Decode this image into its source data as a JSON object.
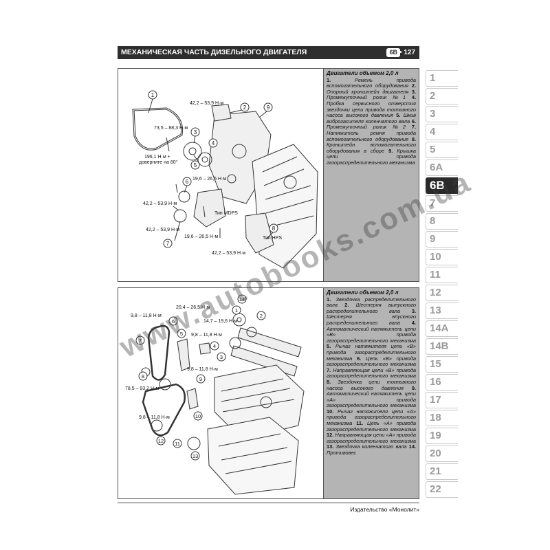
{
  "header": {
    "title": "МЕХАНИЧЕСКАЯ ЧАСТЬ ДИЗЕЛЬНОГО ДВИГАТЕЛЯ",
    "section_badge": "6B",
    "bullet": "•",
    "page_number": "127"
  },
  "figure1": {
    "callouts": [
      "1",
      "2",
      "3",
      "4",
      "5",
      "6",
      "7",
      "8",
      "9"
    ],
    "torques": [
      "42,2 – 53,9 Н·м",
      "73,5 – 88,3 Н·м",
      "196,1 Н·м +",
      "доверните на 60°",
      "19,6 – 26,5 Н·м",
      "42,2 – 53,9 Н·м",
      "42,2 – 53,9 Н·м",
      "19,6 – 26,5 Н·м",
      "42,2 – 53,9 Н·м"
    ],
    "labels": [
      "Тип MDPS",
      "Тип HPS"
    ],
    "legend": {
      "title": "Двигатели объемом 2,0 л",
      "items": [
        {
          "n": "1.",
          "t": "Ремень привода вспомогательного оборудования"
        },
        {
          "n": "2.",
          "t": "Опорный кронштейн двигателя"
        },
        {
          "n": "3.",
          "t": "Промежуточный ролик №1"
        },
        {
          "n": "4.",
          "t": "Пробка сервисного отверстия звездочки цепи привода топливного насоса высокого давления"
        },
        {
          "n": "5.",
          "t": "Шкив виброгасителя коленчатого вала"
        },
        {
          "n": "6.",
          "t": "Промежуточный ролик №2"
        },
        {
          "n": "7.",
          "t": "Натяжитель ремня привода вспомогательного оборудования"
        },
        {
          "n": "8.",
          "t": "Кронштейн вспомогательного оборудования в сборе"
        },
        {
          "n": "9.",
          "t": "Крышка цепи привода газораспределительного механизма"
        }
      ]
    }
  },
  "figure2": {
    "callouts": [
      "1",
      "2",
      "3",
      "4",
      "5",
      "6",
      "7",
      "8",
      "9",
      "10",
      "11",
      "12",
      "13",
      "14"
    ],
    "torques": [
      "9,8 – 11,8 Н·м",
      "20,4 – 26,5 Н·м",
      "14,7 – 19,6 Н·м",
      "9,8 – 11,8 Н·м",
      "9,8 – 11,8 Н·м",
      "78,5 – 93,2 Н·м",
      "9,8 – 11,8 Н·м"
    ],
    "legend": {
      "title": "Двигатели объемом 2,0 л",
      "items": [
        {
          "n": "1.",
          "t": "Звездочка распределительного вала"
        },
        {
          "n": "2.",
          "t": "Шестерня выпускного распределительного вала"
        },
        {
          "n": "3.",
          "t": "Шестерня впускного распределительного вала"
        },
        {
          "n": "4.",
          "t": "Автоматический натяжитель цепи «B» привода газораспределительного механизма"
        },
        {
          "n": "5.",
          "t": "Рычаг натяжителя цепи «B» привода газораспределительного механизма"
        },
        {
          "n": "6.",
          "t": "Цепь «B» привода газораспределительного механизма"
        },
        {
          "n": "7.",
          "t": "Направляющая цепи «B» привода газораспределительного механизма"
        },
        {
          "n": "8.",
          "t": "Звездочка цепи топливного насоса высокого давления"
        },
        {
          "n": "9.",
          "t": "Автоматический натяжитель цепи «A» привода газораспределительного механизма"
        },
        {
          "n": "10.",
          "t": "Рычаг натяжителя цепи «A» привода газораспределительного механизма"
        },
        {
          "n": "11.",
          "t": "Цепь «A» привода газораспределительного механизма"
        },
        {
          "n": "12.",
          "t": "Направляющая цепи «A» привода газораспределительного механизма"
        },
        {
          "n": "13.",
          "t": "Звездочка коленчатого вала"
        },
        {
          "n": "14.",
          "t": "Противовес"
        }
      ]
    }
  },
  "tabs": [
    "1",
    "2",
    "3",
    "4",
    "5",
    "6A",
    "6B",
    "7",
    "8",
    "9",
    "10",
    "11",
    "12",
    "13",
    "14A",
    "14B",
    "15",
    "16",
    "17",
    "18",
    "19",
    "20",
    "21",
    "22"
  ],
  "active_tab": "6B",
  "footer": {
    "publisher": "Издательство «Монолит»"
  },
  "watermark": "www.autobooks.com.ua"
}
